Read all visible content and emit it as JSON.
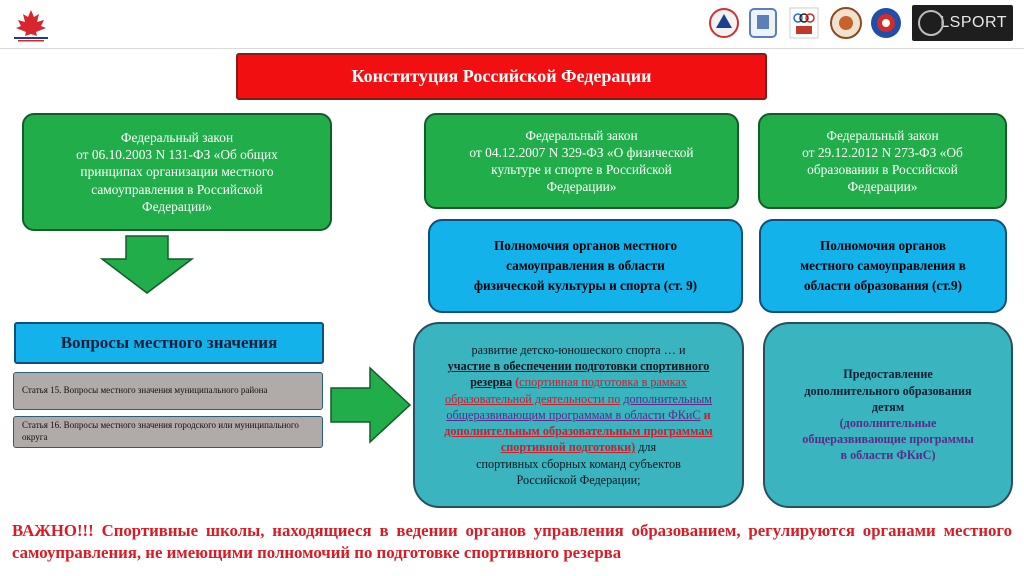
{
  "colors": {
    "constitution_fill": "#f20f12",
    "law_fill": "#21ae4a",
    "powers_fill": "#14b2ea",
    "box_fill": "#3ab4bf",
    "article_fill": "#b0aaa8",
    "warning_text": "#d81b25"
  },
  "header": {
    "left_logo_icon": "maple-leaf-logo-icon",
    "partner_logos": [
      "university-logo-icon",
      "shield-logo-icon",
      "olympic-logo-icon",
      "basketball-logo-icon",
      "club-logo-icon"
    ],
    "brand": "LSPORT"
  },
  "constitution": "Конституция Российской Федерации",
  "laws": [
    {
      "lines": [
        "Федеральный закон",
        "от 06.10.2003 N 131-ФЗ «Об общих",
        "принципах организации местного",
        "самоуправления в Российской",
        "Федерации»"
      ]
    },
    {
      "lines": [
        "Федеральный закон",
        "от 04.12.2007 N 329-ФЗ «О физической",
        "культуре и спорте в Российской",
        "Федерации»"
      ]
    },
    {
      "lines": [
        "Федеральный закон",
        "от 29.12.2012 N 273-ФЗ «Об",
        "образовании в Российской",
        "Федерации»"
      ]
    }
  ],
  "powers": [
    {
      "lines": [
        "Полномочия органов местного",
        "самоуправления в области",
        "физической культуры и спорта (ст. 9)"
      ]
    },
    {
      "lines": [
        "Полномочия органов",
        "местного самоуправления в",
        "области образования (ст.9)"
      ]
    }
  ],
  "local_issues": {
    "title": "Вопросы местного значения",
    "articles": [
      "Статья 15. Вопросы местного значения муниципального района",
      "Статья 16. Вопросы местного значения городского или муниципального округа"
    ]
  },
  "sport_box": {
    "line1": "развитие детско-юношеского спорта … и",
    "seg_participation": "участие в обеспечении подготовки спортивного резерва",
    "seg_paren_open": " (",
    "seg_sport_training": "спортивная подготовка в рамках образовательной деятельности по",
    "seg_space": " ",
    "seg_additional": "дополнительным общеразвивающим программам в области ФКиС",
    "seg_and": " и ",
    "seg_additional_programs": "дополнительным образовательным программам спортивной подготовки)",
    "seg_for": " для",
    "tail_lines": [
      "спортивных сборных команд субъектов",
      "Российской Федерации;"
    ]
  },
  "edu_box": {
    "lines": [
      "Предоставление",
      "дополнительного образования",
      "детям"
    ],
    "paren_lines": [
      "(дополнительные",
      "общеразвивающие программы",
      "в области ФКиС)"
    ]
  },
  "warning": "ВАЖНО!!! Спортивные школы, находящиеся в ведении органов управления образованием, регулируются органами местного самоуправления, не имеющими полномочий по подготовке спортивного резерва"
}
